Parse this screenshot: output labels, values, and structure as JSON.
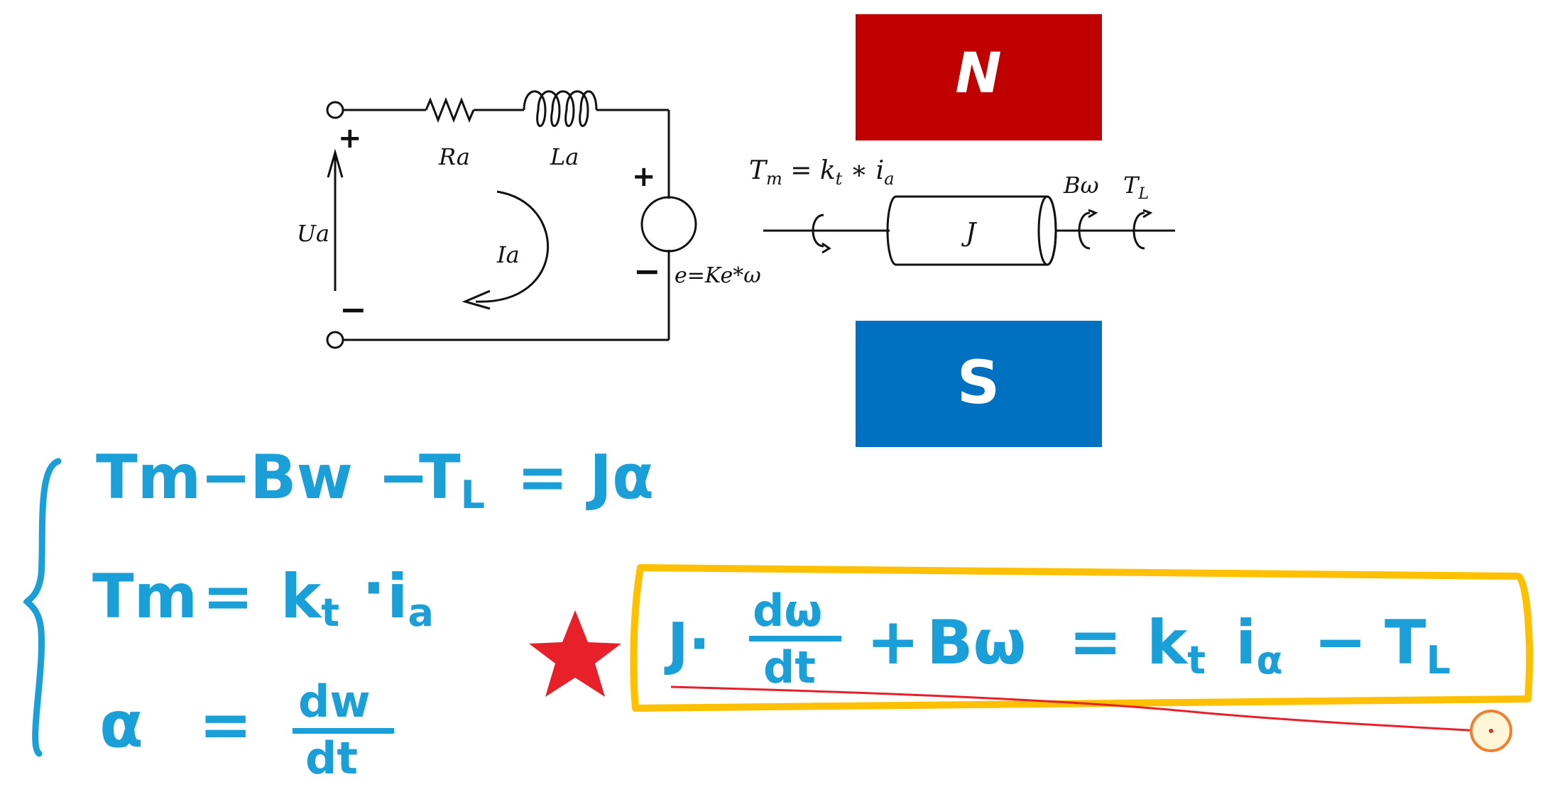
{
  "circuit": {
    "resistor_label": "Ra",
    "inductor_label": "La",
    "voltage_label": "Ua",
    "current_label": "Ia",
    "plus_sign": "+",
    "minus_sign": "−",
    "source_plus": "+",
    "source_minus": "−",
    "back_emf_label": "e=Ke*ω"
  },
  "mechanics": {
    "torque_eq_lhs": "T",
    "torque_eq_lhs_sub": "m",
    "torque_eq_mid": " = k",
    "torque_eq_mid_sub": "t",
    "torque_eq_rhs": " ∗ i",
    "torque_eq_rhs_sub": "a",
    "inertia_label": "J",
    "friction_label": "Bω",
    "load_label": "T",
    "load_label_sub": "L"
  },
  "magnets": {
    "north": {
      "label": "N",
      "color": "#c00000"
    },
    "south": {
      "label": "S",
      "color": "#0070c0"
    }
  },
  "handwritten": {
    "ink_color": "#1a9fd8",
    "eq1": "Tm − Bw − TL = Jα",
    "eq2": "Tm = kt · ia",
    "eq3": "α = dw/dt",
    "eq1_parts": {
      "a": "Tm",
      "b": "−",
      "c": "Bw",
      "d": "−",
      "e": "T",
      "e_sub": "L",
      "f": "=",
      "g": "Jα"
    },
    "eq2_parts": {
      "a": "Tm",
      "b": "=",
      "c": "k",
      "c_sub": "t",
      "d": "·",
      "e": "i",
      "e_sub": "a"
    },
    "eq3_parts": {
      "a": "α",
      "b": "=",
      "num": "dw",
      "den": "dt"
    },
    "boxed_eq": {
      "j": "J·",
      "num": "dω",
      "den": "dt",
      "plus": "+",
      "bw": "Bω",
      "eq": "=",
      "k": "k",
      "k_sub": "t",
      "i": "i",
      "i_sub": "α",
      "minus": "−",
      "t": "T",
      "t_sub": "L"
    },
    "box_color": "#ffc000",
    "star_color": "#e8202a",
    "underline_color": "#e8202a"
  }
}
